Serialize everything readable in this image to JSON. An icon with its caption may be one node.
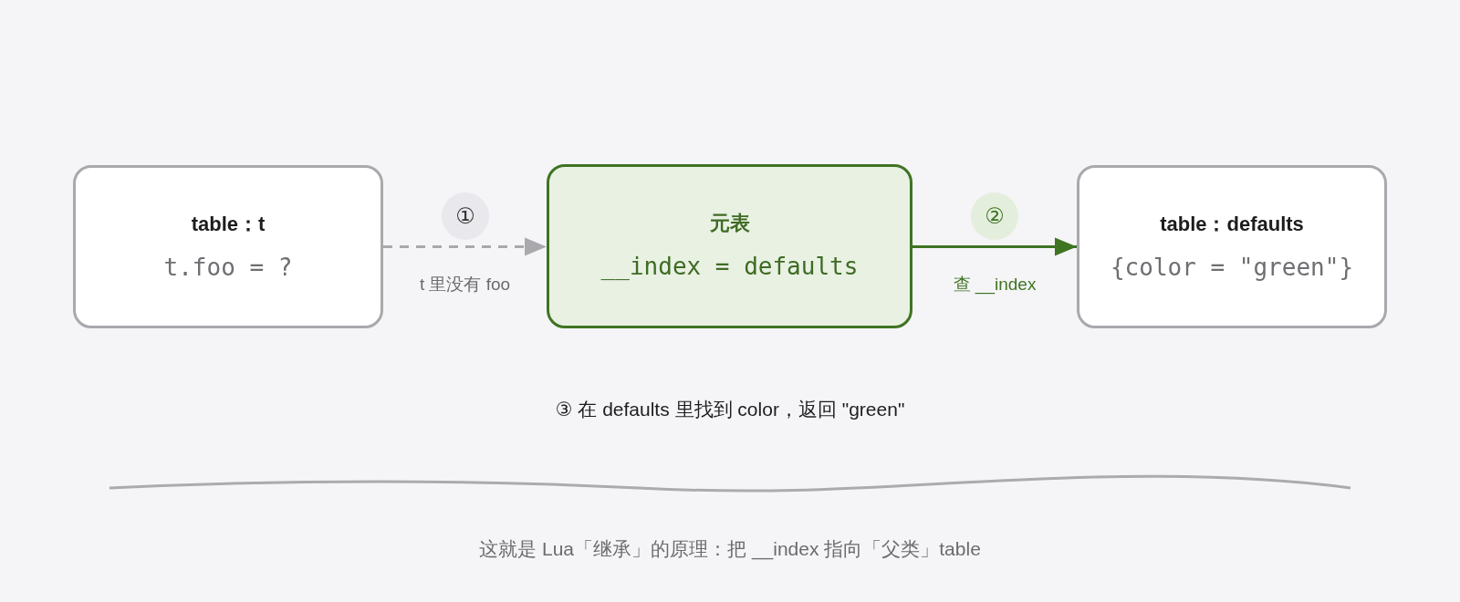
{
  "diagram": {
    "nodes": [
      {
        "text": [
          "table：t",
          "t.foo = ?"
        ]
      },
      {
        "text": [
          "①"
        ]
      },
      {
        "text": [
          "元表",
          "__index = defaults"
        ]
      },
      {
        "text": [
          "②"
        ]
      },
      {
        "text": [
          "table：defaults",
          "{color = \"green\"}"
        ]
      }
    ],
    "edges": [
      {
        "from": 0,
        "to": 2,
        "arrow": "to",
        "label": "t 里没有 foo",
        "style": "dashed"
      },
      {
        "from": 2,
        "to": 4,
        "arrow": "to",
        "label": "查 __index",
        "color": "#3f7423"
      }
    ],
    "labels": [
      "③ 在 defaults 里找到 color，返回 \"green\"",
      "这就是 Lua「继承」的原理：把 __index 指向「父类」table"
    ]
  }
}
